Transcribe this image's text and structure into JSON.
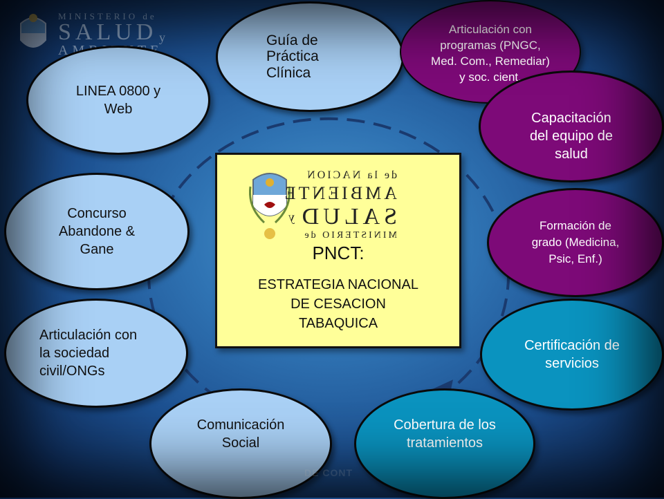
{
  "header": {
    "line1": "MINISTERIO de",
    "line2": "SALUD",
    "line2b": "y",
    "line3": "AMBIENTE"
  },
  "center": {
    "logo_line1": "MINISTERIO de",
    "logo_line2": "SALUD",
    "logo_line2b": "y",
    "logo_line3": "AMBIENTE",
    "logo_line4": "de la NACION",
    "title": "PNCT:",
    "subtitle": "ESTRATEGIA NACIONAL\nDE CESACION\nTABAQUICA"
  },
  "nodes": {
    "guia": "Guía de\nPráctica\nClínica",
    "articulacion_programas": "Articulación con\nprogramas (PNGC,\nMed. Com., Remediar)\ny soc. cient.",
    "linea": "LINEA 0800 y\nWeb",
    "capacitacion": "Capacitación\ndel equipo de\nsalud",
    "concurso": "Concurso\nAbandone &\nGane",
    "formacion": "Formación de\ngrado (Medicina,\nPsic, Enf.)",
    "articulacion_sociedad": "Articulación con\nla sociedad\ncivil/ONGs",
    "certificacion": "Certificación de\nservicios",
    "comunicacion": "Comunicación\nSocial",
    "cobertura": "Cobertura de los\ntratamientos"
  },
  "footer": {
    "text": "DE CONT"
  },
  "colors": {
    "light_node": "#a9d0f5",
    "purple_node": "#7d0a78",
    "teal_node": "#0a93bf",
    "center_box": "#ffff99",
    "ring": "#1a3a6e"
  }
}
